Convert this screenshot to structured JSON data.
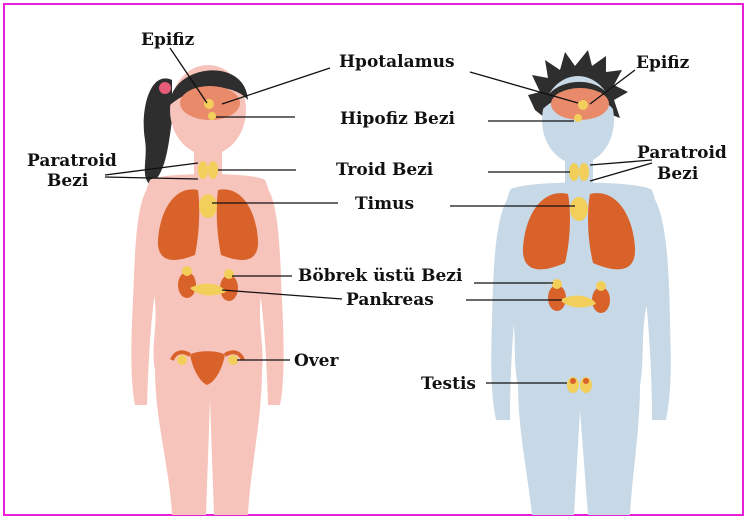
{
  "frame_color": "#e81fd6",
  "colors": {
    "female_skin": "#f7c4bb",
    "male_skin": "#c7d8e6",
    "organ": "#d9622a",
    "gland": "#f2cf5a",
    "hair": "#2e2e2e",
    "brain": "#e98a6a"
  },
  "labels": {
    "epifiz_left": "Epifiz",
    "hipotalamus": "Hpotalamus",
    "epifiz_right": "Epifiz",
    "hipofiz": "Hipofiz Bezi",
    "paratroid_left_1": "Paratroid",
    "paratroid_left_2": "Bezi",
    "troid": "Troid Bezi",
    "paratroid_right_1": "Paratroid",
    "paratroid_right_2": "Bezi",
    "timus": "Timus",
    "bobrek": "Böbrek üstü Bezi",
    "pankreas": "Pankreas",
    "over": "Over",
    "testis": "Testis"
  }
}
